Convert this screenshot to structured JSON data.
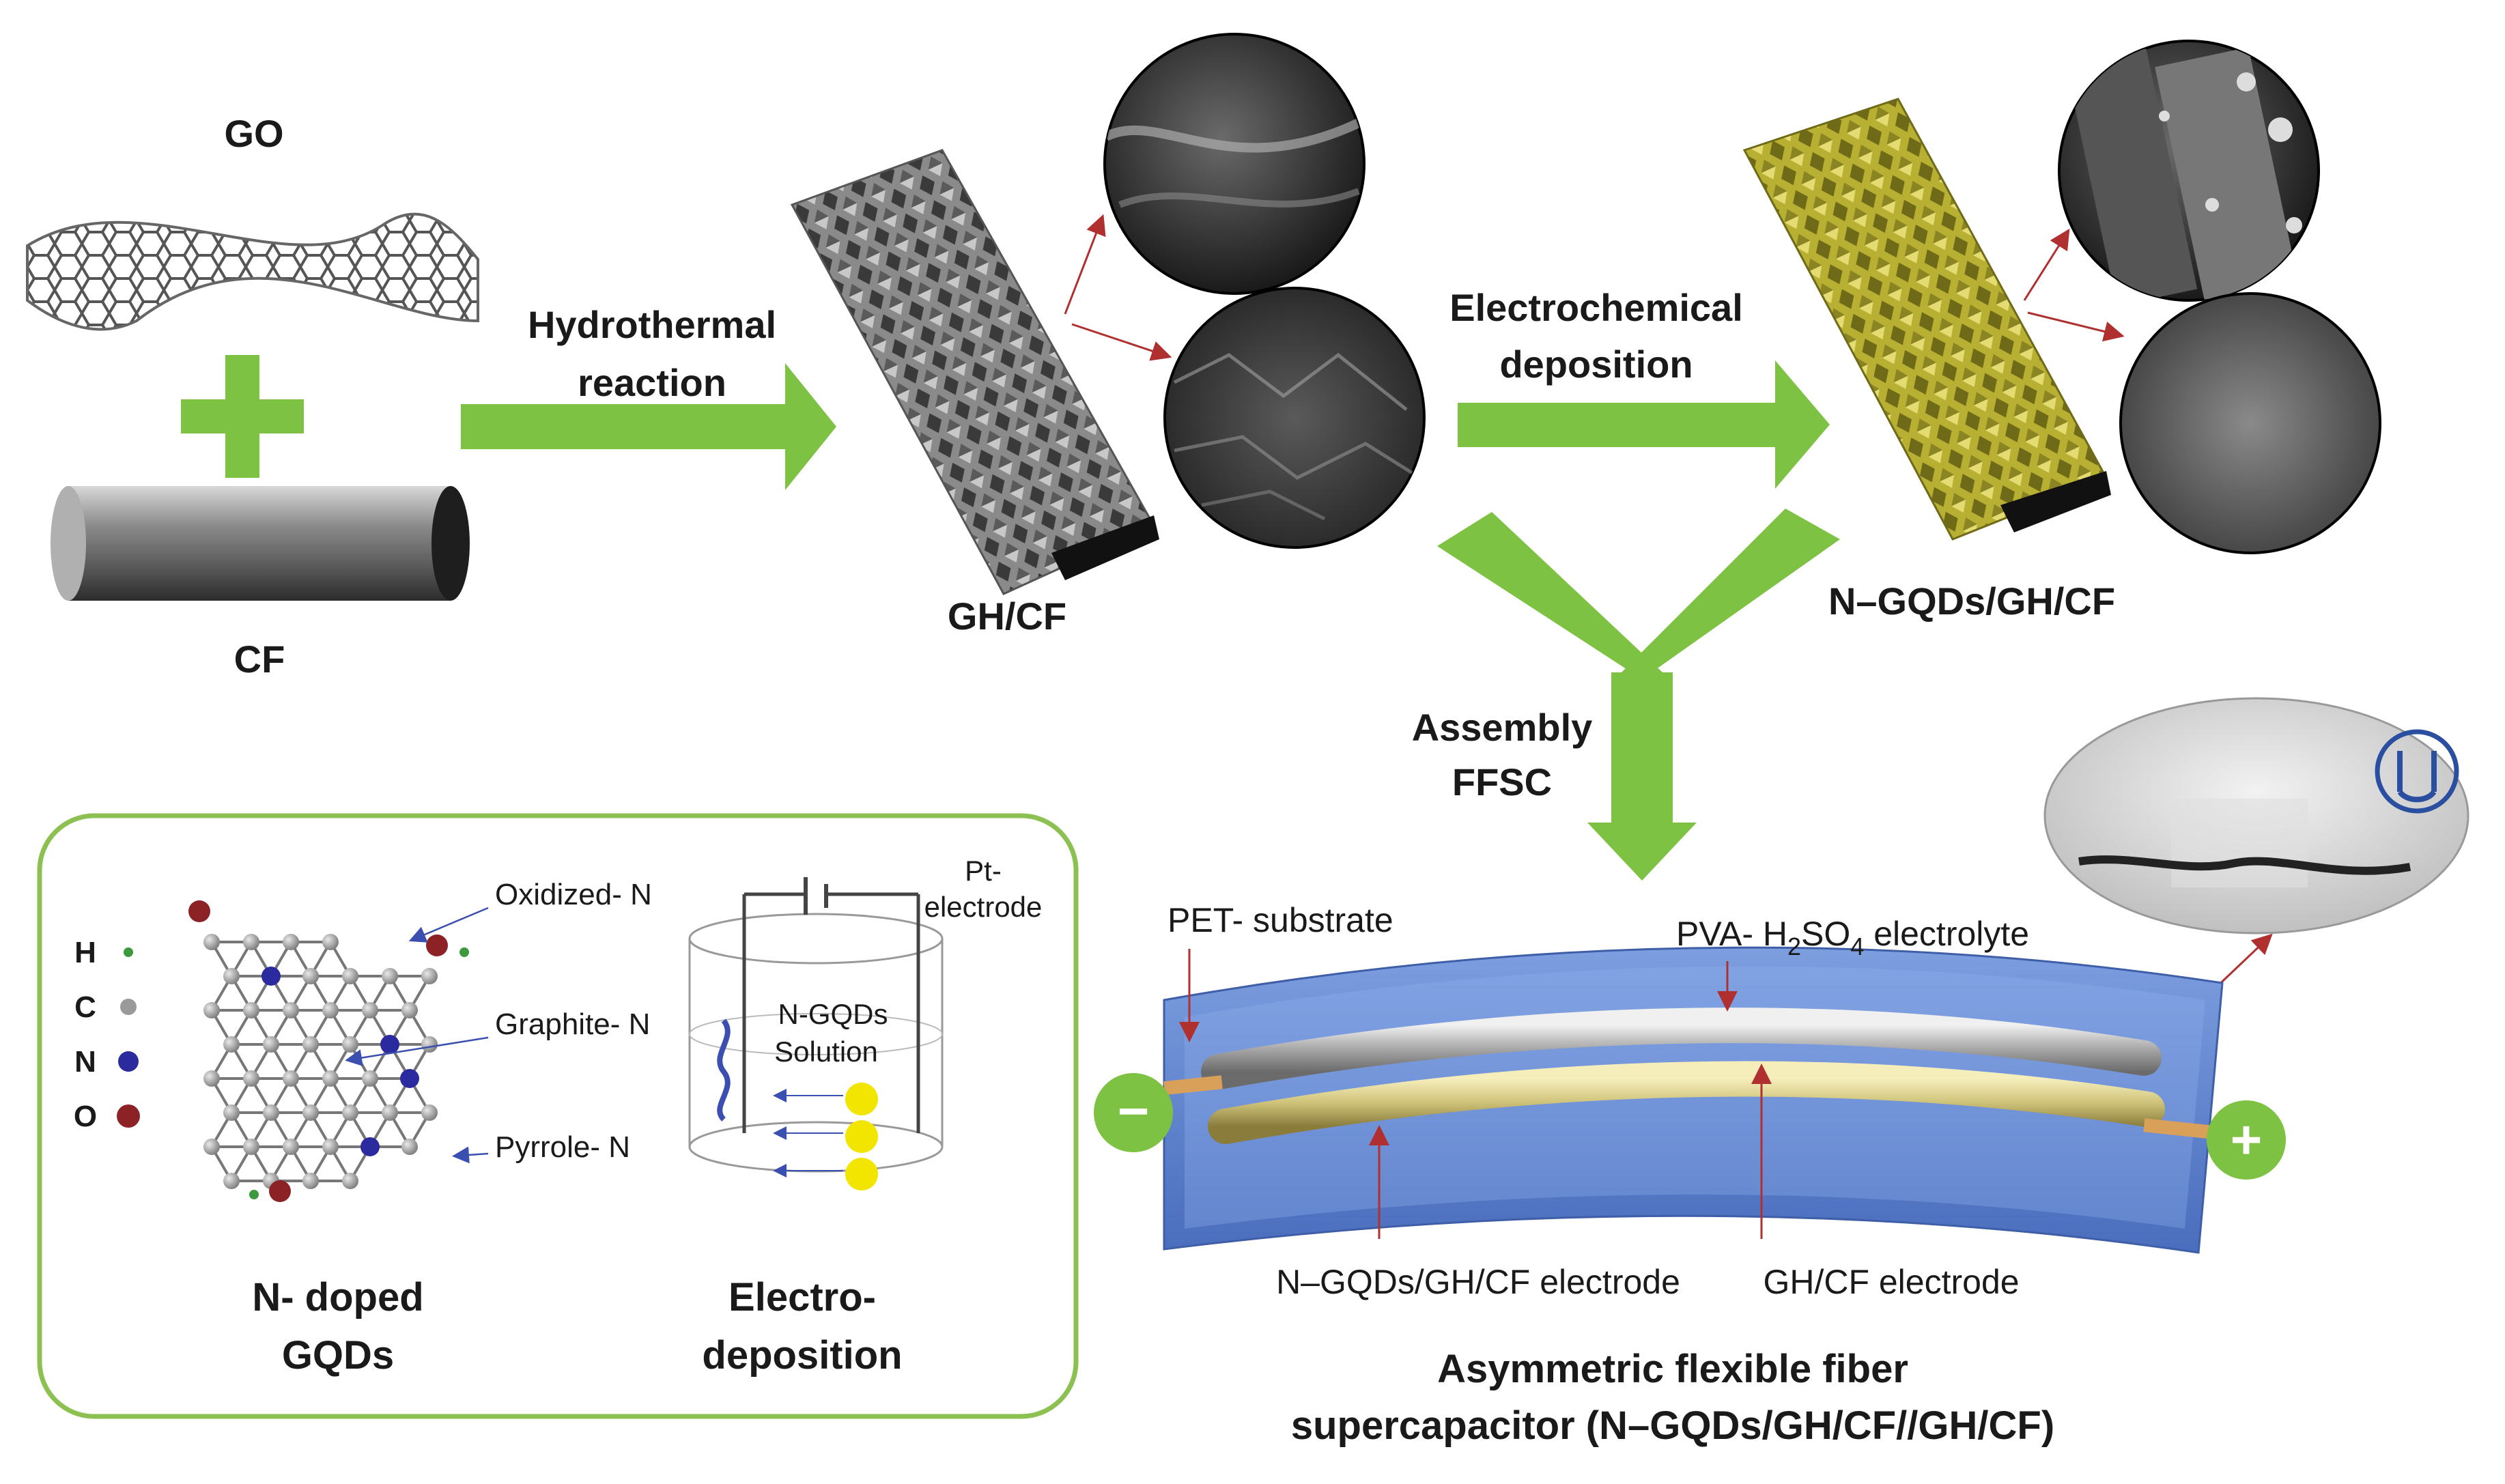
{
  "labels": {
    "go": "GO",
    "cf": "CF",
    "hydro_line1": "Hydrothermal",
    "hydro_line2": "reaction",
    "ghcf": "GH/CF",
    "echem_line1": "Electrochemical",
    "echem_line2": "deposition",
    "ngqds_ghcf": "N–GQDs/GH/CF",
    "assembly": "Assembly",
    "ffsc": "FFSC",
    "pet": "PET- substrate",
    "electrolyte_prefix": "PVA- H",
    "electrolyte_sub1": "2",
    "electrolyte_mid": "SO",
    "electrolyte_sub2": "4",
    "electrolyte_suffix": " electrolyte",
    "neg_electrode": "N–GQDs/GH/CF electrode",
    "pos_electrode": "GH/CF electrode",
    "device_line1": "Asymmetric flexible fiber",
    "device_line2": "supercapacitor (N–GQDs/GH/CF//GH/CF)",
    "minus": "−",
    "plus": "+"
  },
  "inset": {
    "legend": [
      "H",
      "C",
      "N",
      "O"
    ],
    "oxidized": "Oxidized- N",
    "graphite": "Graphite- N",
    "pyrrole": "Pyrrole- N",
    "pt_line1": "Pt-",
    "pt_line2": "electrode",
    "sol_line1": "N-GQDs",
    "sol_line2": "Solution",
    "ngqds_line1": "N- doped",
    "ngqds_line2": "GQDs",
    "electro_line1": "Electro-",
    "electro_line2": "deposition"
  },
  "colors": {
    "arrow_green": "#7dc242",
    "inset_border": "#8cc152",
    "device_blue": "#5b80c9",
    "fiber_gray": "#a8a8a8",
    "fiber_gold": "#cfc37a",
    "foam_gold": "#b8b032",
    "nitrogen": "#2b2a9e",
    "oxygen": "#8c2226",
    "carbon": "#9a9a9a",
    "hydrogen": "#3c9a3c"
  }
}
